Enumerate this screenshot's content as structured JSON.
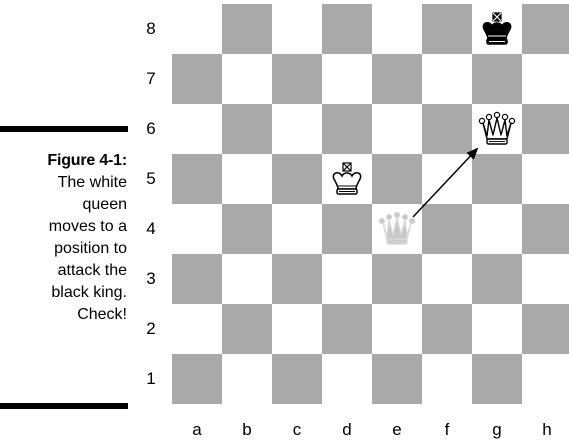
{
  "caption": {
    "figure_label": "Figure 4-1:",
    "text": "The white queen moves to a position to attack the black king. Check!"
  },
  "board": {
    "files": [
      "a",
      "b",
      "c",
      "d",
      "e",
      "f",
      "g",
      "h"
    ],
    "ranks": [
      "8",
      "7",
      "6",
      "5",
      "4",
      "3",
      "2",
      "1"
    ],
    "light_color": "#ffffff",
    "dark_color": "#a9a9a9",
    "pieces": [
      {
        "square": "g8",
        "type": "king",
        "color": "black",
        "icon": "black-king-icon"
      },
      {
        "square": "g6",
        "type": "queen",
        "color": "white",
        "icon": "white-queen-icon"
      },
      {
        "square": "d5",
        "type": "king",
        "color": "white",
        "icon": "white-king-icon"
      },
      {
        "square": "e4",
        "type": "queen",
        "color": "ghost",
        "icon": "ghost-queen-icon"
      }
    ],
    "move_arrow": {
      "from": "e4",
      "to": "g6"
    }
  }
}
